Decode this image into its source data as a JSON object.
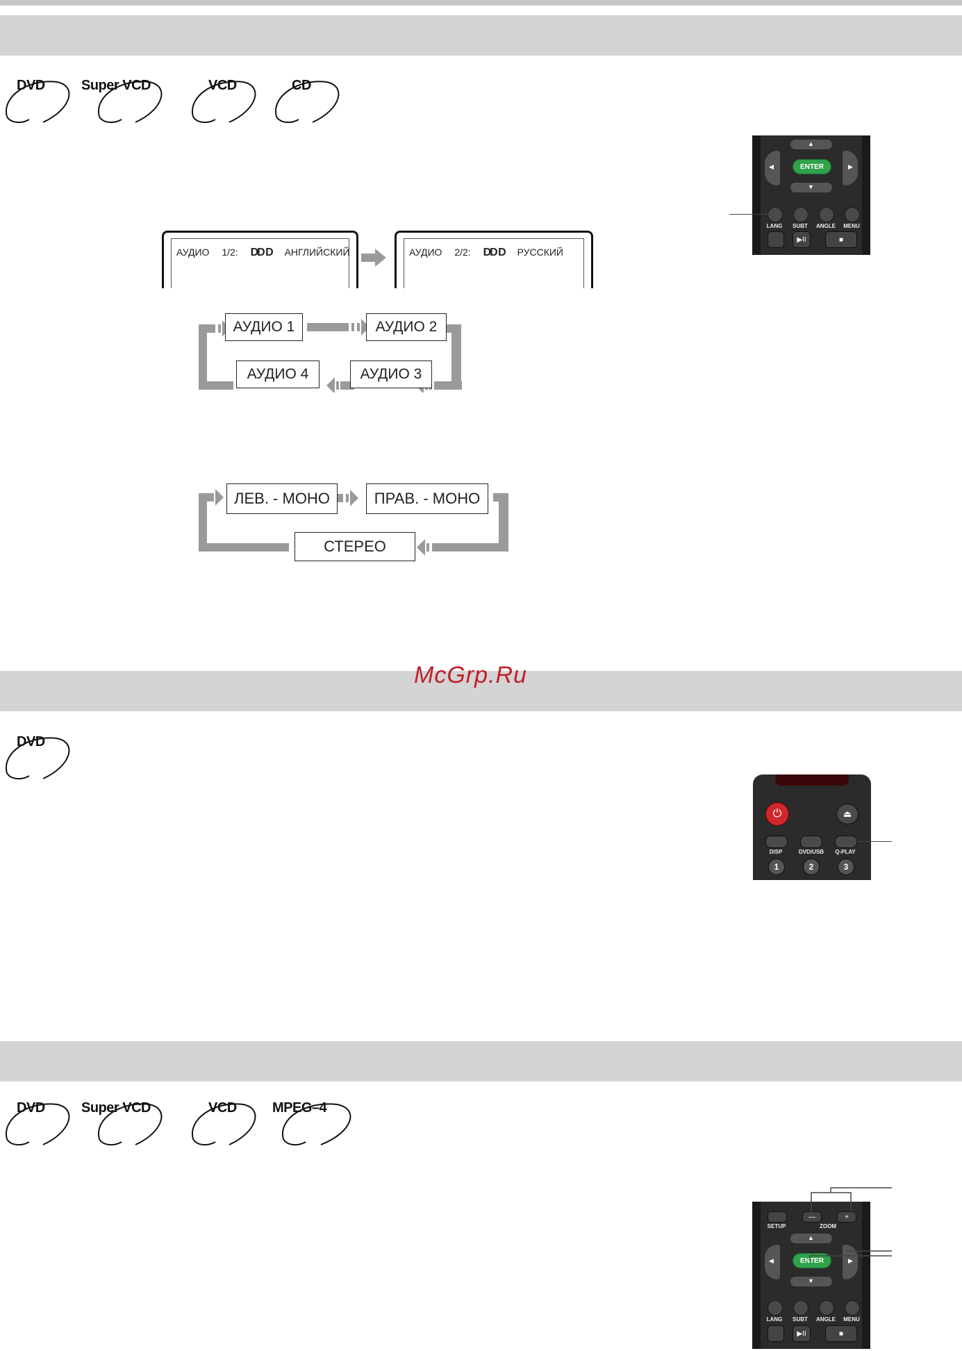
{
  "discs_top": [
    "DVD",
    "Super VCD",
    "VCD",
    "CD"
  ],
  "discs_mid": [
    "DVD"
  ],
  "discs_bottom": [
    "DVD",
    "Super VCD",
    "VCD",
    "MPEG–4"
  ],
  "screen1": {
    "label": "АУДИО",
    "num": "1/2:",
    "logo": "DD D",
    "lang": "АНГЛИЙСКИЙ"
  },
  "screen2": {
    "label": "АУДИО",
    "num": "2/2:",
    "logo": "DD D",
    "lang": "РУССКИЙ"
  },
  "audio_cycle": [
    "АУДИО 1",
    "АУДИО 2",
    "АУДИО 3",
    "АУДИО 4"
  ],
  "mode_cycle": [
    "ЛЕВ. - МОНО",
    "ПРАВ. - МОНО",
    "СТЕРЕО"
  ],
  "watermark": "McGrp.Ru",
  "remote1": {
    "enter": "ENTER",
    "lang": "LANG",
    "subt": "SUBT",
    "angle": "ANGLE",
    "menu": "MENU",
    "play": "▶II",
    "stop": "■"
  },
  "remote2": {
    "disp": "DISP",
    "dvdusb": "DVD/USB",
    "qplay": "Q-PLAY",
    "n1": "1",
    "n2": "2",
    "n3": "3"
  },
  "remote3": {
    "setup": "SETUP",
    "zoom": "ZOOM",
    "minus": "—",
    "plus": "+",
    "enter": "ENTER",
    "lang": "LANG",
    "subt": "SUBT",
    "angle": "ANGLE",
    "menu": "MENU",
    "play": "▶II",
    "stop": "■"
  },
  "colors": {
    "band": "#d4d4d4",
    "enter": "#2fa24a",
    "power": "#d0272d",
    "arrow": "#9a9a9a"
  }
}
